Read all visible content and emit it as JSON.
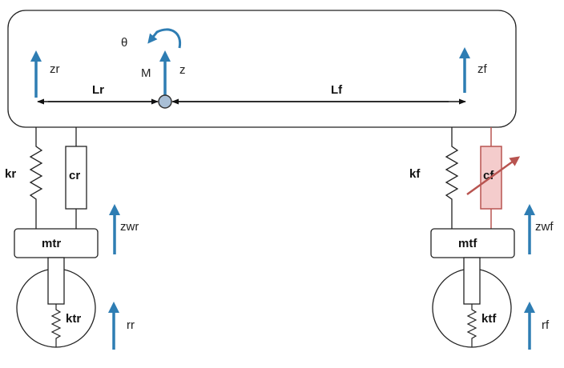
{
  "colors": {
    "arrow": "#2e7db3",
    "line": "#222222",
    "damper_front_fill": "#f4cccc",
    "damper_front_stroke": "#b85450",
    "cg_fill": "#a9bfd6"
  },
  "labels": {
    "theta": "θ",
    "moment": "M",
    "z": "z",
    "zr": "zr",
    "zf": "zf",
    "lr": "Lr",
    "lf": "Lf",
    "kr": "kr",
    "cr": "cr",
    "kf": "kf",
    "cf": "cf",
    "mtr": "mtr",
    "mtf": "mtf",
    "zwr": "zwr",
    "zwf": "zwf",
    "ktr": "ktr",
    "ktf": "ktf",
    "rr": "rr",
    "rf": "rf"
  }
}
